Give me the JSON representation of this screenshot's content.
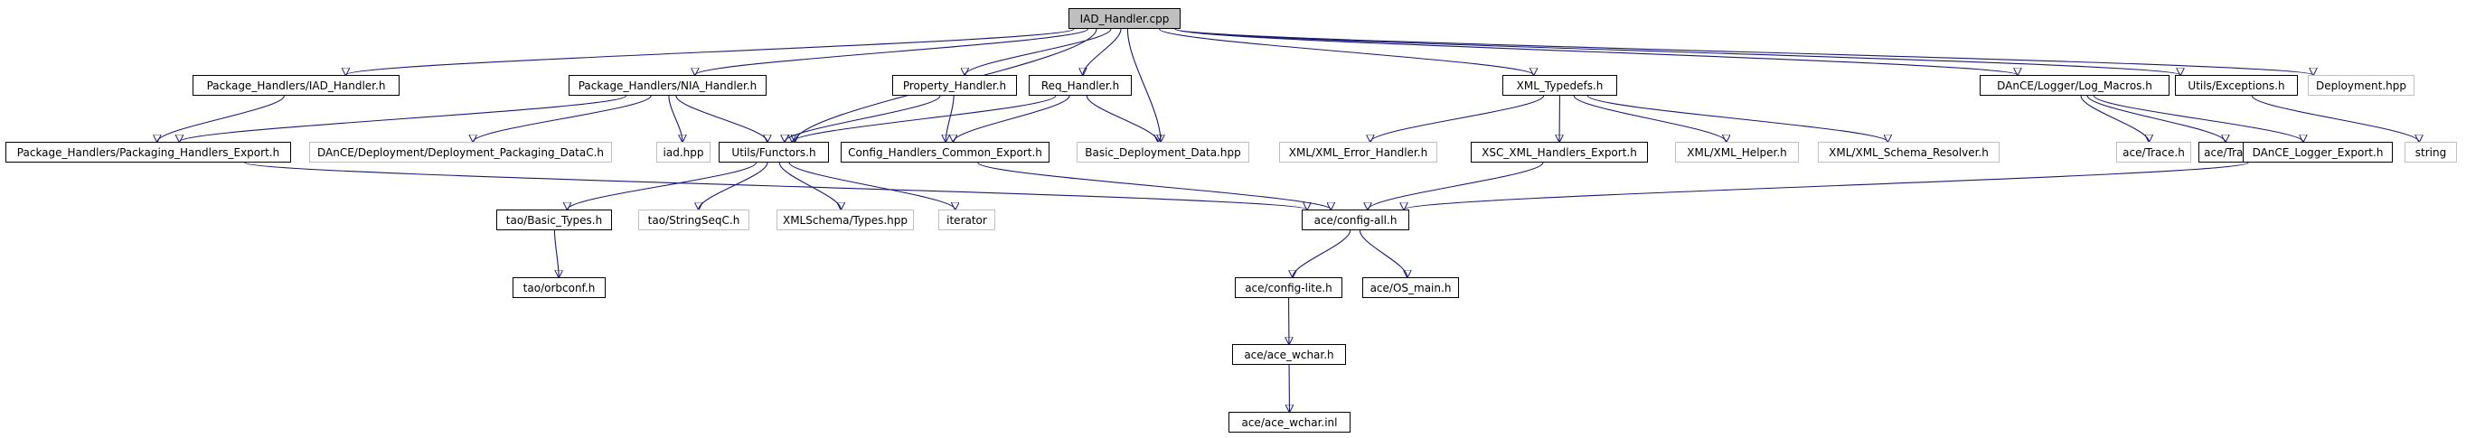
{
  "diagram": {
    "nodes": [
      {
        "id": "root",
        "label": "IAD_Handler.cpp",
        "kind": "root"
      },
      {
        "id": "iadh",
        "label": "Package_Handlers/IAD_Handler.h",
        "kind": "doc"
      },
      {
        "id": "niah",
        "label": "Package_Handlers/NIA_Handler.h",
        "kind": "doc"
      },
      {
        "id": "proph",
        "label": "Property_Handler.h",
        "kind": "doc"
      },
      {
        "id": "reqh",
        "label": "Req_Handler.h",
        "kind": "doc"
      },
      {
        "id": "xmltd",
        "label": "XML_Typedefs.h",
        "kind": "doc"
      },
      {
        "id": "logm",
        "label": "DAnCE/Logger/Log_Macros.h",
        "kind": "doc"
      },
      {
        "id": "uexc",
        "label": "Utils/Exceptions.h",
        "kind": "doc"
      },
      {
        "id": "dephpp",
        "label": "Deployment.hpp",
        "kind": "ext"
      },
      {
        "id": "pkgexp",
        "label": "Package_Handlers/Packaging_Handlers_Export.h",
        "kind": "doc"
      },
      {
        "id": "ddpc",
        "label": "DAnCE/Deployment/Deployment_Packaging_DataC.h",
        "kind": "ext"
      },
      {
        "id": "iadhpp",
        "label": "iad.hpp",
        "kind": "ext"
      },
      {
        "id": "ufunc",
        "label": "Utils/Functors.h",
        "kind": "doc"
      },
      {
        "id": "chce",
        "label": "Config_Handlers_Common_Export.h",
        "kind": "doc"
      },
      {
        "id": "bdd",
        "label": "Basic_Deployment_Data.hpp",
        "kind": "ext"
      },
      {
        "id": "xeh",
        "label": "XML/XML_Error_Handler.h",
        "kind": "ext"
      },
      {
        "id": "xscexp",
        "label": "XSC_XML_Handlers_Export.h",
        "kind": "doc"
      },
      {
        "id": "xhelp",
        "label": "XML/XML_Helper.h",
        "kind": "ext"
      },
      {
        "id": "xres",
        "label": "XML/XML_Schema_Resolver.h",
        "kind": "ext"
      },
      {
        "id": "trace1",
        "label": "ace/Trace.h",
        "kind": "ext"
      },
      {
        "id": "trace2",
        "label": "ace/Trace.h",
        "kind": "doc"
      },
      {
        "id": "dlexp",
        "label": "DAnCE_Logger_Export.h",
        "kind": "doc"
      },
      {
        "id": "string",
        "label": "string",
        "kind": "ext"
      },
      {
        "id": "basict",
        "label": "tao/Basic_Types.h",
        "kind": "doc"
      },
      {
        "id": "strseq",
        "label": "tao/StringSeqC.h",
        "kind": "ext"
      },
      {
        "id": "xsdtypes",
        "label": "XMLSchema/Types.hpp",
        "kind": "ext"
      },
      {
        "id": "iter",
        "label": "iterator",
        "kind": "ext"
      },
      {
        "id": "cfgall",
        "label": "ace/config-all.h",
        "kind": "doc"
      },
      {
        "id": "orbconf",
        "label": "tao/orbconf.h",
        "kind": "doc"
      },
      {
        "id": "cfglite",
        "label": "ace/config-lite.h",
        "kind": "doc"
      },
      {
        "id": "osmain",
        "label": "ace/OS_main.h",
        "kind": "doc"
      },
      {
        "id": "wchar",
        "label": "ace/ace_wchar.h",
        "kind": "doc"
      },
      {
        "id": "wcharinl",
        "label": "ace/ace_wchar.inl",
        "kind": "doc"
      }
    ],
    "edges": [
      [
        "root",
        "iadh"
      ],
      [
        "root",
        "niah"
      ],
      [
        "root",
        "proph"
      ],
      [
        "root",
        "reqh"
      ],
      [
        "root",
        "xmltd"
      ],
      [
        "root",
        "logm"
      ],
      [
        "root",
        "uexc"
      ],
      [
        "root",
        "dephpp"
      ],
      [
        "root",
        "ufunc"
      ],
      [
        "root",
        "bdd"
      ],
      [
        "iadh",
        "pkgexp"
      ],
      [
        "niah",
        "pkgexp"
      ],
      [
        "niah",
        "ddpc"
      ],
      [
        "niah",
        "iadhpp"
      ],
      [
        "niah",
        "ufunc"
      ],
      [
        "proph",
        "ufunc"
      ],
      [
        "proph",
        "chce"
      ],
      [
        "reqh",
        "ufunc"
      ],
      [
        "reqh",
        "chce"
      ],
      [
        "reqh",
        "bdd"
      ],
      [
        "xmltd",
        "xeh"
      ],
      [
        "xmltd",
        "xscexp"
      ],
      [
        "xmltd",
        "xhelp"
      ],
      [
        "xmltd",
        "xres"
      ],
      [
        "logm",
        "trace1"
      ],
      [
        "logm",
        "trace2"
      ],
      [
        "logm",
        "dlexp"
      ],
      [
        "uexc",
        "string"
      ],
      [
        "pkgexp",
        "cfgall"
      ],
      [
        "ufunc",
        "basict"
      ],
      [
        "ufunc",
        "strseq"
      ],
      [
        "ufunc",
        "xsdtypes"
      ],
      [
        "ufunc",
        "iter"
      ],
      [
        "chce",
        "cfgall"
      ],
      [
        "xscexp",
        "cfgall"
      ],
      [
        "dlexp",
        "cfgall"
      ],
      [
        "basict",
        "orbconf"
      ],
      [
        "cfgall",
        "cfglite"
      ],
      [
        "cfgall",
        "osmain"
      ],
      [
        "cfglite",
        "wchar"
      ],
      [
        "wchar",
        "wcharinl"
      ]
    ]
  }
}
